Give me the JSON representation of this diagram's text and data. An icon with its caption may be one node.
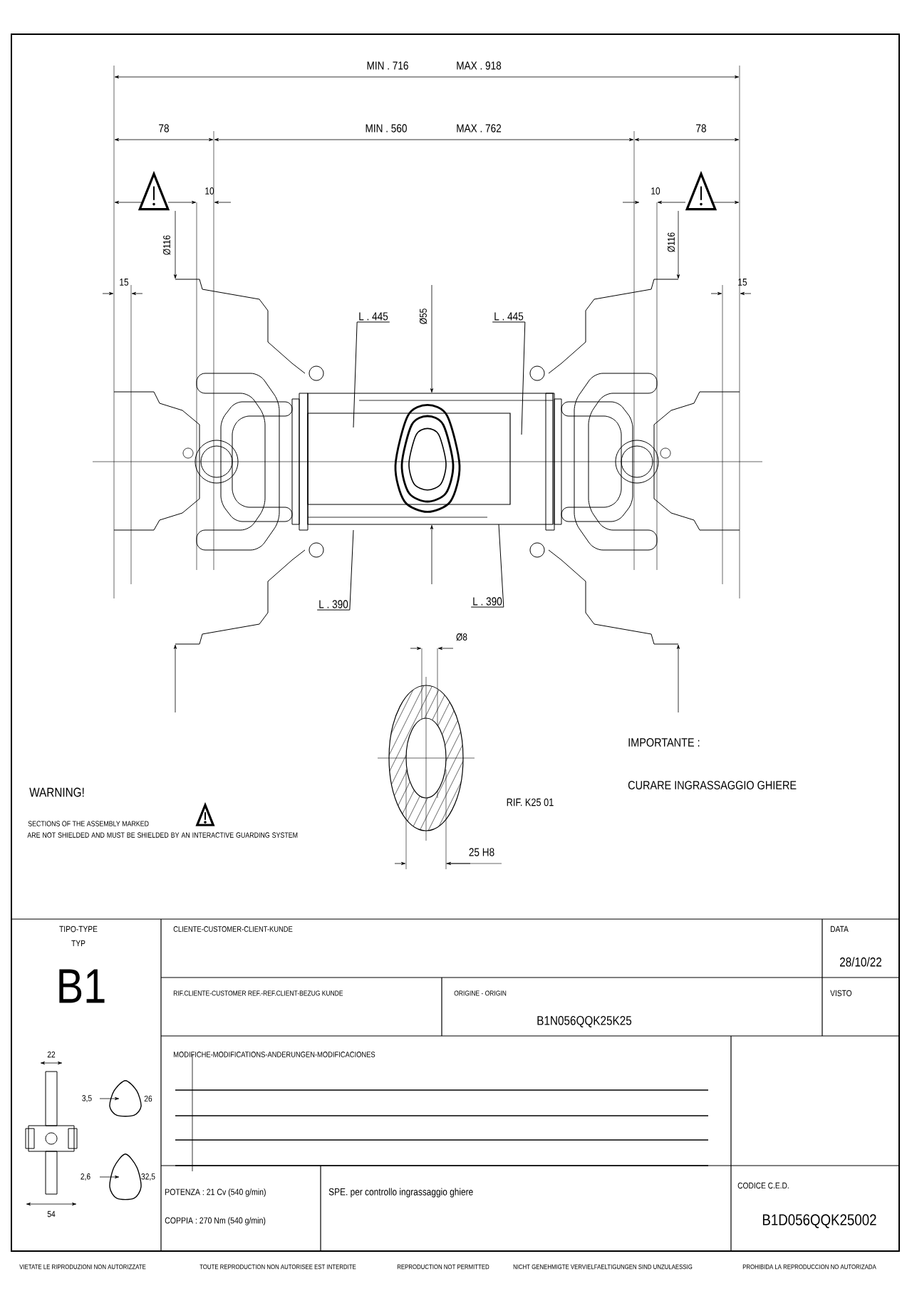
{
  "diagram": {
    "nodes": [
      {
        "text": [
          "L . 445"
        ]
      },
      {
        "text": [
          "L . 445"
        ]
      },
      {
        "text": [
          "L . 390"
        ]
      },
      {
        "text": [
          "L . 390"
        ]
      }
    ],
    "edges": [
      {
        "from": 0,
        "to": null,
        "arrow": "none"
      },
      {
        "from": 1,
        "to": null,
        "arrow": "none"
      },
      {
        "from": 2,
        "to": null,
        "arrow": "none"
      },
      {
        "from": 3,
        "to": null,
        "arrow": "none"
      }
    ],
    "labels": [
      "MIN . 716",
      "MAX . 918",
      "78",
      "MIN . 560",
      "MAX . 762",
      "78",
      "10",
      "10",
      "Ø116",
      "Ø116",
      "15",
      "15",
      "Ø55",
      "Ø8",
      "WARNING!",
      "SECTIONS OF THE ASSEMBLY MARKED",
      "ARE NOT SHIELDED AND MUST BE SHIELDED BY AN INTERACTIVE GUARDING SYSTEM",
      "RIF. K25 01",
      "25 H8",
      "IMPORTANTE :",
      "CURARE INGRASSAGGIO GHIERE",
      "TIPO-TYPE",
      "TYP",
      "B1",
      "CLIENTE-CUSTOMER-CLIENT-KUNDE",
      "DATA",
      "28/10/22",
      "RIF.CLIENTE-CUSTOMER REF.-REF.CLIENT-BEZUG KUNDE",
      "ORIGINE - ORIGIN",
      "B1N056QQK25K25",
      "VISTO",
      "22",
      "MODIFICHE-MODIFICATIONS-ANDERUNGEN-MODIFICACIONES",
      "3,5",
      "26",
      "2,6",
      "32,5",
      "54",
      "POTENZA : 21 Cv (540 g/min)",
      "COPPIA : 270 Nm (540 g/min)",
      "SPE. per controllo ingrassaggio ghiere",
      "CODICE C.E.D.",
      "B1D056QQK25002",
      "VIETATE LE RIPRODUZIONI NON AUTORIZZATE",
      "TOUTE REPRODUCTION NON AUTORISEE EST INTERDITE",
      "REPRODUCTION NOT PERMITTED",
      "NICHT GENEHMIGTE VERVIELFAELTIGUNGEN SIND UNZULAESSIG",
      "PROHIBIDA LA REPRODUCCION NO AUTORIZADA"
    ]
  }
}
